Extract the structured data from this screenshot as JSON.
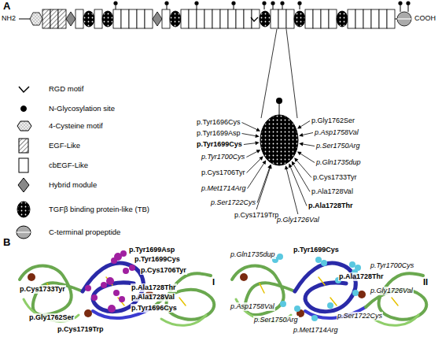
{
  "diagram": {
    "labels": [
      "A",
      "NH2",
      "COOH",
      "p.Tyr1696Cys",
      "p.Tyr1699Asp",
      "p.Tyr1699Cys",
      "p.Tyr1700Cys",
      "p.Cys1706Tyr",
      "p.Met1714Arg",
      "p.Ser1722Cys",
      "p.Cys1719Trp",
      "p.Gly1762Ser",
      "p.Asp1758Val",
      "p.Ser1750Arg",
      "p.Gln1735dup",
      "p.Cys1733Tyr",
      "p.Ala1728Val",
      "p.Ala1728Thr",
      "p.Gly1726Val",
      "B",
      "I",
      "p.Tyr1699Asp",
      "p.Tyr1699Cys",
      "p.Cys1706Tyr",
      "p.Cys1733Tyr",
      "p.Ala1728Thr",
      "p.Ala1728Val",
      "p.Tyr1696Cys",
      "p.Gly1762Ser",
      "p.Cys1719Trp",
      "II",
      "p.Gln1735dup",
      "p.Tyr1699Cys",
      "p.Tyr1700Cys",
      "p.Ala1728Thr",
      "p.Gly1726Val",
      "p.Asp1758Val",
      "p.Ser1750Arg",
      "p.Ser1722Cys",
      "p.Met1714Arg"
    ],
    "legend": [
      {
        "text": "RGD motif"
      },
      {
        "text": "N-Glycosylation site"
      },
      {
        "text": "4-Cysteine motif"
      },
      {
        "text": "EGF-Like"
      },
      {
        "text": "cbEGF-Like"
      },
      {
        "text": "Hybrid module"
      },
      {
        "text": "TGFβ binding protein-like (TB)"
      },
      {
        "text": "C-terminal propeptide"
      }
    ]
  }
}
